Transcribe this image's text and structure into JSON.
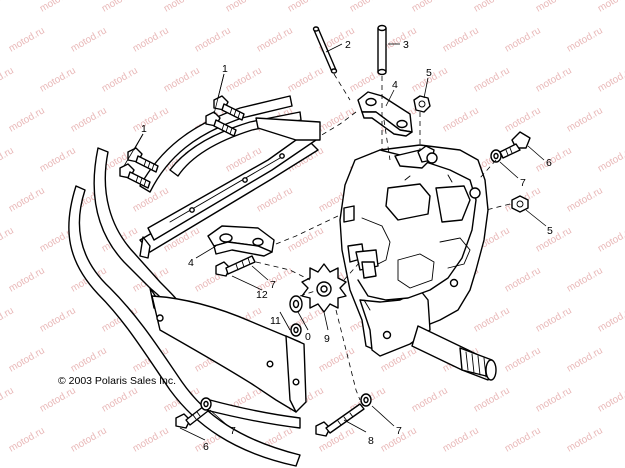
{
  "watermark": {
    "text": "motod.ru",
    "color": "#e9b9b9"
  },
  "copyright": "© 2003 Polaris Sales Inc.",
  "callouts": [
    {
      "label": "1"
    },
    {
      "label": "1"
    },
    {
      "label": "2"
    },
    {
      "label": "3"
    },
    {
      "label": "4"
    },
    {
      "label": "4"
    },
    {
      "label": "5"
    },
    {
      "label": "5"
    },
    {
      "label": "6"
    },
    {
      "label": "6"
    },
    {
      "label": "7"
    },
    {
      "label": "7"
    },
    {
      "label": "7"
    },
    {
      "label": "7"
    },
    {
      "label": "8"
    },
    {
      "label": "9"
    },
    {
      "label": "0"
    },
    {
      "label": "11"
    },
    {
      "label": "12"
    }
  ],
  "colors": {
    "line": "#000000",
    "background": "#ffffff"
  }
}
